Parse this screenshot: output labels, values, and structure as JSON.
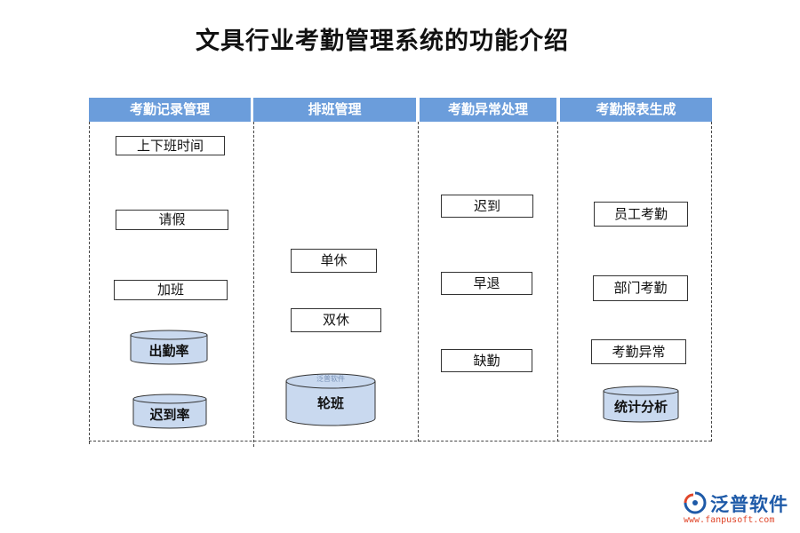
{
  "title": "文具行业考勤管理系统的功能介绍",
  "columns": [
    {
      "header": "考勤记录管理",
      "boxes": [
        "上下班时间",
        "请假",
        "加班"
      ],
      "cylinders": [
        "出勤率",
        "迟到率"
      ]
    },
    {
      "header": "排班管理",
      "boxes": [
        "单休",
        "双休"
      ],
      "cylinders": [
        "轮班"
      ],
      "cylinder_badge": "泛普软件"
    },
    {
      "header": "考勤异常处理",
      "boxes": [
        "迟到",
        "早退",
        "缺勤"
      ]
    },
    {
      "header": "考勤报表生成",
      "boxes": [
        "员工考勤",
        "部门考勤",
        "考勤异常"
      ],
      "cylinders": [
        "统计分析"
      ]
    }
  ],
  "watermark": {
    "brand": "泛普软件",
    "url": "www.fanpusoft.com"
  },
  "colors": {
    "header_bg": "#6b9ddb",
    "cylinder_fill": "#c9d9ef",
    "watermark_brand": "#1e5aa8",
    "watermark_url": "#e0462a"
  }
}
